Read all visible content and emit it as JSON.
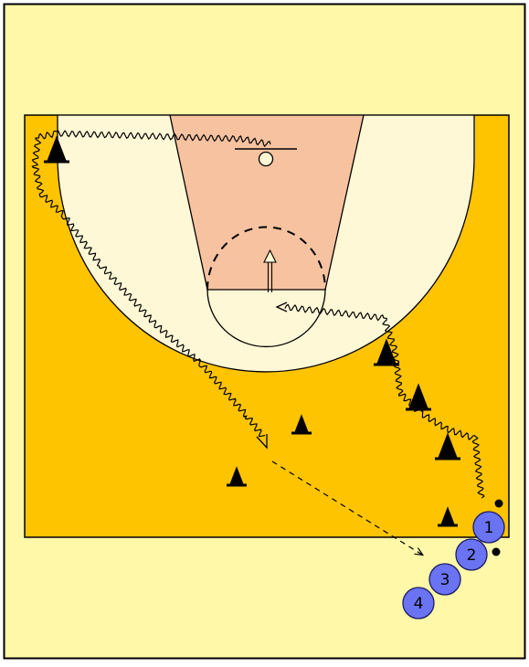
{
  "diagram": {
    "colors": {
      "frame_bg": "#FFF8A8",
      "frame_border": "#000000",
      "court": "#FFC400",
      "three_point_area": "#FFF8D6",
      "key": "#F6C2A0",
      "player_fill": "#6A74F2",
      "player_stroke": "#1A1A66",
      "lines": "#000000"
    },
    "players": [
      {
        "number": "1",
        "has_ball": true
      },
      {
        "number": "2",
        "has_ball": true
      },
      {
        "number": "3",
        "has_ball": false
      },
      {
        "number": "4",
        "has_ball": false
      }
    ],
    "cone_count": 7,
    "icons": [
      "cone-icon",
      "basket-icon",
      "ball-icon"
    ]
  }
}
